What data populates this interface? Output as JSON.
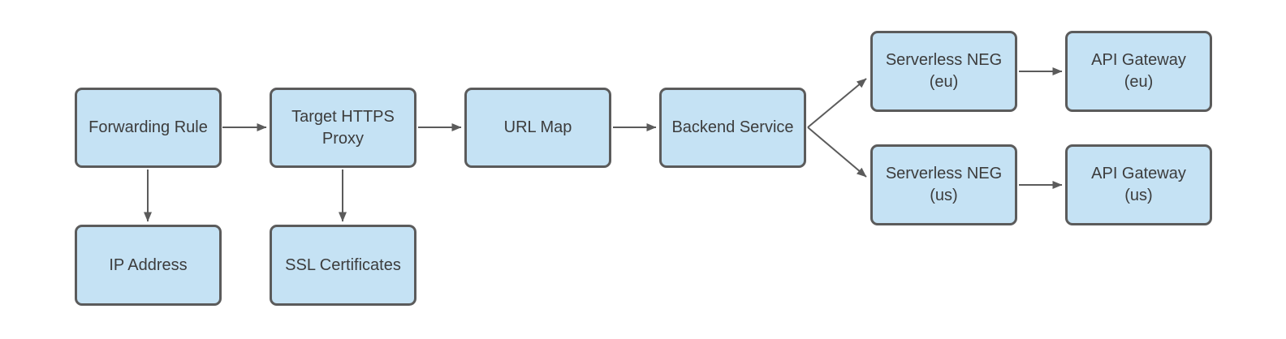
{
  "canvas": {
    "background_color": "#ffffff"
  },
  "style": {
    "node_fill": "#c5e2f4",
    "node_border": "#5b5b5b",
    "text_color": "#3c3c3c",
    "arrow_color": "#5b5b5b"
  },
  "diagram": {
    "type": "flowchart",
    "nodes": [
      {
        "id": "forwarding-rule",
        "label": "Forwarding Rule"
      },
      {
        "id": "target-https-proxy",
        "label": "Target HTTPS\nProxy"
      },
      {
        "id": "url-map",
        "label": "URL Map"
      },
      {
        "id": "backend-service",
        "label": "Backend Service"
      },
      {
        "id": "serverless-neg-eu",
        "label": "Serverless NEG\n(eu)"
      },
      {
        "id": "api-gateway-eu",
        "label": "API Gateway\n(eu)"
      },
      {
        "id": "serverless-neg-us",
        "label": "Serverless NEG\n(us)"
      },
      {
        "id": "api-gateway-us",
        "label": "API Gateway\n(us)"
      },
      {
        "id": "ip-address",
        "label": "IP Address"
      },
      {
        "id": "ssl-certificates",
        "label": "SSL Certificates"
      }
    ],
    "edges": [
      {
        "from": "forwarding-rule",
        "to": "target-https-proxy"
      },
      {
        "from": "target-https-proxy",
        "to": "url-map"
      },
      {
        "from": "url-map",
        "to": "backend-service"
      },
      {
        "from": "backend-service",
        "to": "serverless-neg-eu"
      },
      {
        "from": "backend-service",
        "to": "serverless-neg-us"
      },
      {
        "from": "serverless-neg-eu",
        "to": "api-gateway-eu"
      },
      {
        "from": "serverless-neg-us",
        "to": "api-gateway-us"
      },
      {
        "from": "forwarding-rule",
        "to": "ip-address"
      },
      {
        "from": "target-https-proxy",
        "to": "ssl-certificates"
      }
    ]
  }
}
